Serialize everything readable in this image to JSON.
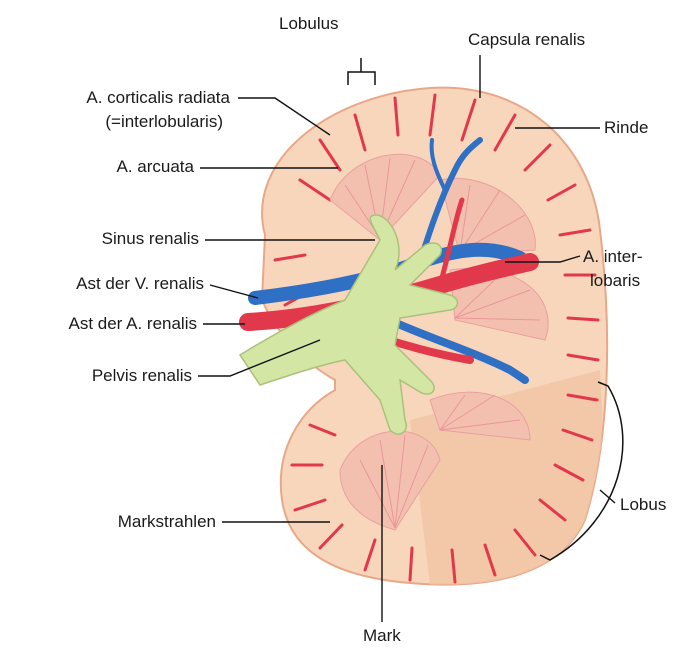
{
  "labels": {
    "lobulus": "Lobulus",
    "capsula_renalis": "Capsula renalis",
    "a_corticalis_line1": "A. corticalis radiata",
    "a_corticalis_line2": "(=interlobularis)",
    "rinde": "Rinde",
    "a_arcuata": "A. arcuata",
    "sinus_renalis": "Sinus renalis",
    "a_interlobaris_line1": "A. inter-",
    "a_interlobaris_line2": "lobaris",
    "ast_v_renalis": "Ast der V. renalis",
    "ast_a_renalis": "Ast der A. renalis",
    "pelvis_renalis": "Pelvis renalis",
    "lobus": "Lobus",
    "markstrahlen": "Markstrahlen",
    "mark": "Mark"
  },
  "colors": {
    "cortex": "#f8d6bc",
    "cortex_edge": "#e8a888",
    "lobe_shade": "#f1c4a2",
    "artery": "#e2384c",
    "vein": "#2f6fc4",
    "pelvis": "#d4e6a4",
    "pelvis_edge": "#a9c27a",
    "pyramid": "#f3c0b0",
    "leader": "#111111"
  }
}
